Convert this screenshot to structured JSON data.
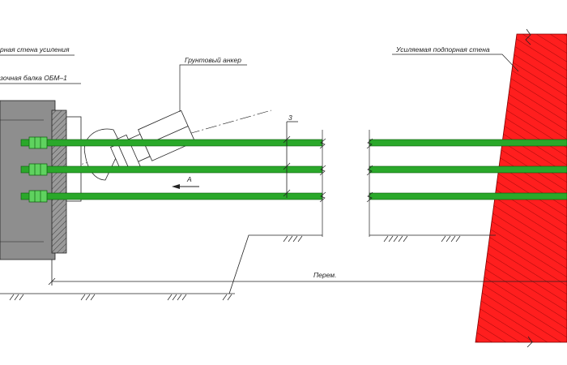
{
  "colors": {
    "rod": "#2aa82a",
    "rod_stroke": "#0c5a0c",
    "nut": "#5fd25f",
    "wall_fill": "#ff1e1e",
    "wall_hatch": "#7a0000",
    "beam_fill": "#8e8e8e",
    "plate_fill": "#d2d2d2",
    "line": "#222222"
  },
  "labels": {
    "reinforcement_wall": "рная стена усиления",
    "beam": "зочная балка ОБМ–1",
    "ground_anchor": "Грунтовый анкер",
    "reinforced_wall": "Усиляемая подпорная стена",
    "section_mark": "А",
    "elevation_mark": "3",
    "dimension": "Перем."
  },
  "icons": {
    "section_arrow": "arrow-left-icon",
    "ground": "ground-hatch-icon"
  }
}
